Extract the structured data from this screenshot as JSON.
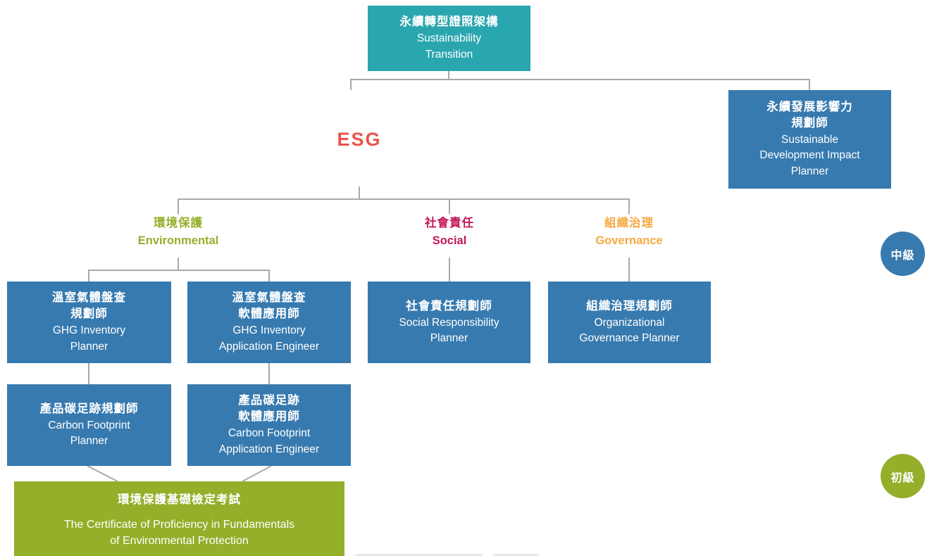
{
  "title_box": {
    "zh": "永續轉型證照架構",
    "en": "Sustainability\nTransition"
  },
  "esg_label": "ESG",
  "impact_planner_box": {
    "zh": "永續發展影響力\n規劃師",
    "en": "Sustainable\nDevelopment Impact\nPlanner"
  },
  "categories": {
    "environmental": {
      "zh": "環境保護",
      "en": "Environmental",
      "color": "#94AF2A"
    },
    "social": {
      "zh": "社會責任",
      "en": "Social",
      "color": "#C2185B"
    },
    "governance": {
      "zh": "組織治理",
      "en": "Governance",
      "color": "#F6A942"
    }
  },
  "cert_boxes": {
    "ghg_inventory_planner": {
      "zh": "溫室氣體盤查\n規劃師",
      "en": "GHG Inventory\nPlanner"
    },
    "ghg_inventory_application_engineer": {
      "zh": "溫室氣體盤查\n軟體應用師",
      "en": "GHG Inventory\nApplication Engineer"
    },
    "social_responsibility_planner": {
      "zh": "社會責任規劃師",
      "en": "Social Responsibility\nPlanner"
    },
    "organizational_governance_planner": {
      "zh": "組織治理規劃師",
      "en": "Organizational\nGovernance Planner"
    },
    "carbon_footprint_planner": {
      "zh": "產品碳足跡規劃師",
      "en": "Carbon Footprint\nPlanner"
    },
    "carbon_footprint_application_engineer": {
      "zh": "產品碳足跡\n軟體應用師",
      "en": "Carbon Footprint\nApplication Engineer"
    },
    "foundation_exam": {
      "zh": "環境保護基礎檢定考試",
      "en": "The Certificate of Proficiency in Fundamentals\nof Environmental Protection"
    }
  },
  "level_badges": {
    "intermediate": "中級",
    "beginner": "初級"
  },
  "colors": {
    "root_teal": "#2AA6AF",
    "cert_blue": "#377AAF",
    "exam_green": "#94AF2A",
    "esg_red": "#E8544C",
    "connector_grey": "#A9A9A9"
  }
}
